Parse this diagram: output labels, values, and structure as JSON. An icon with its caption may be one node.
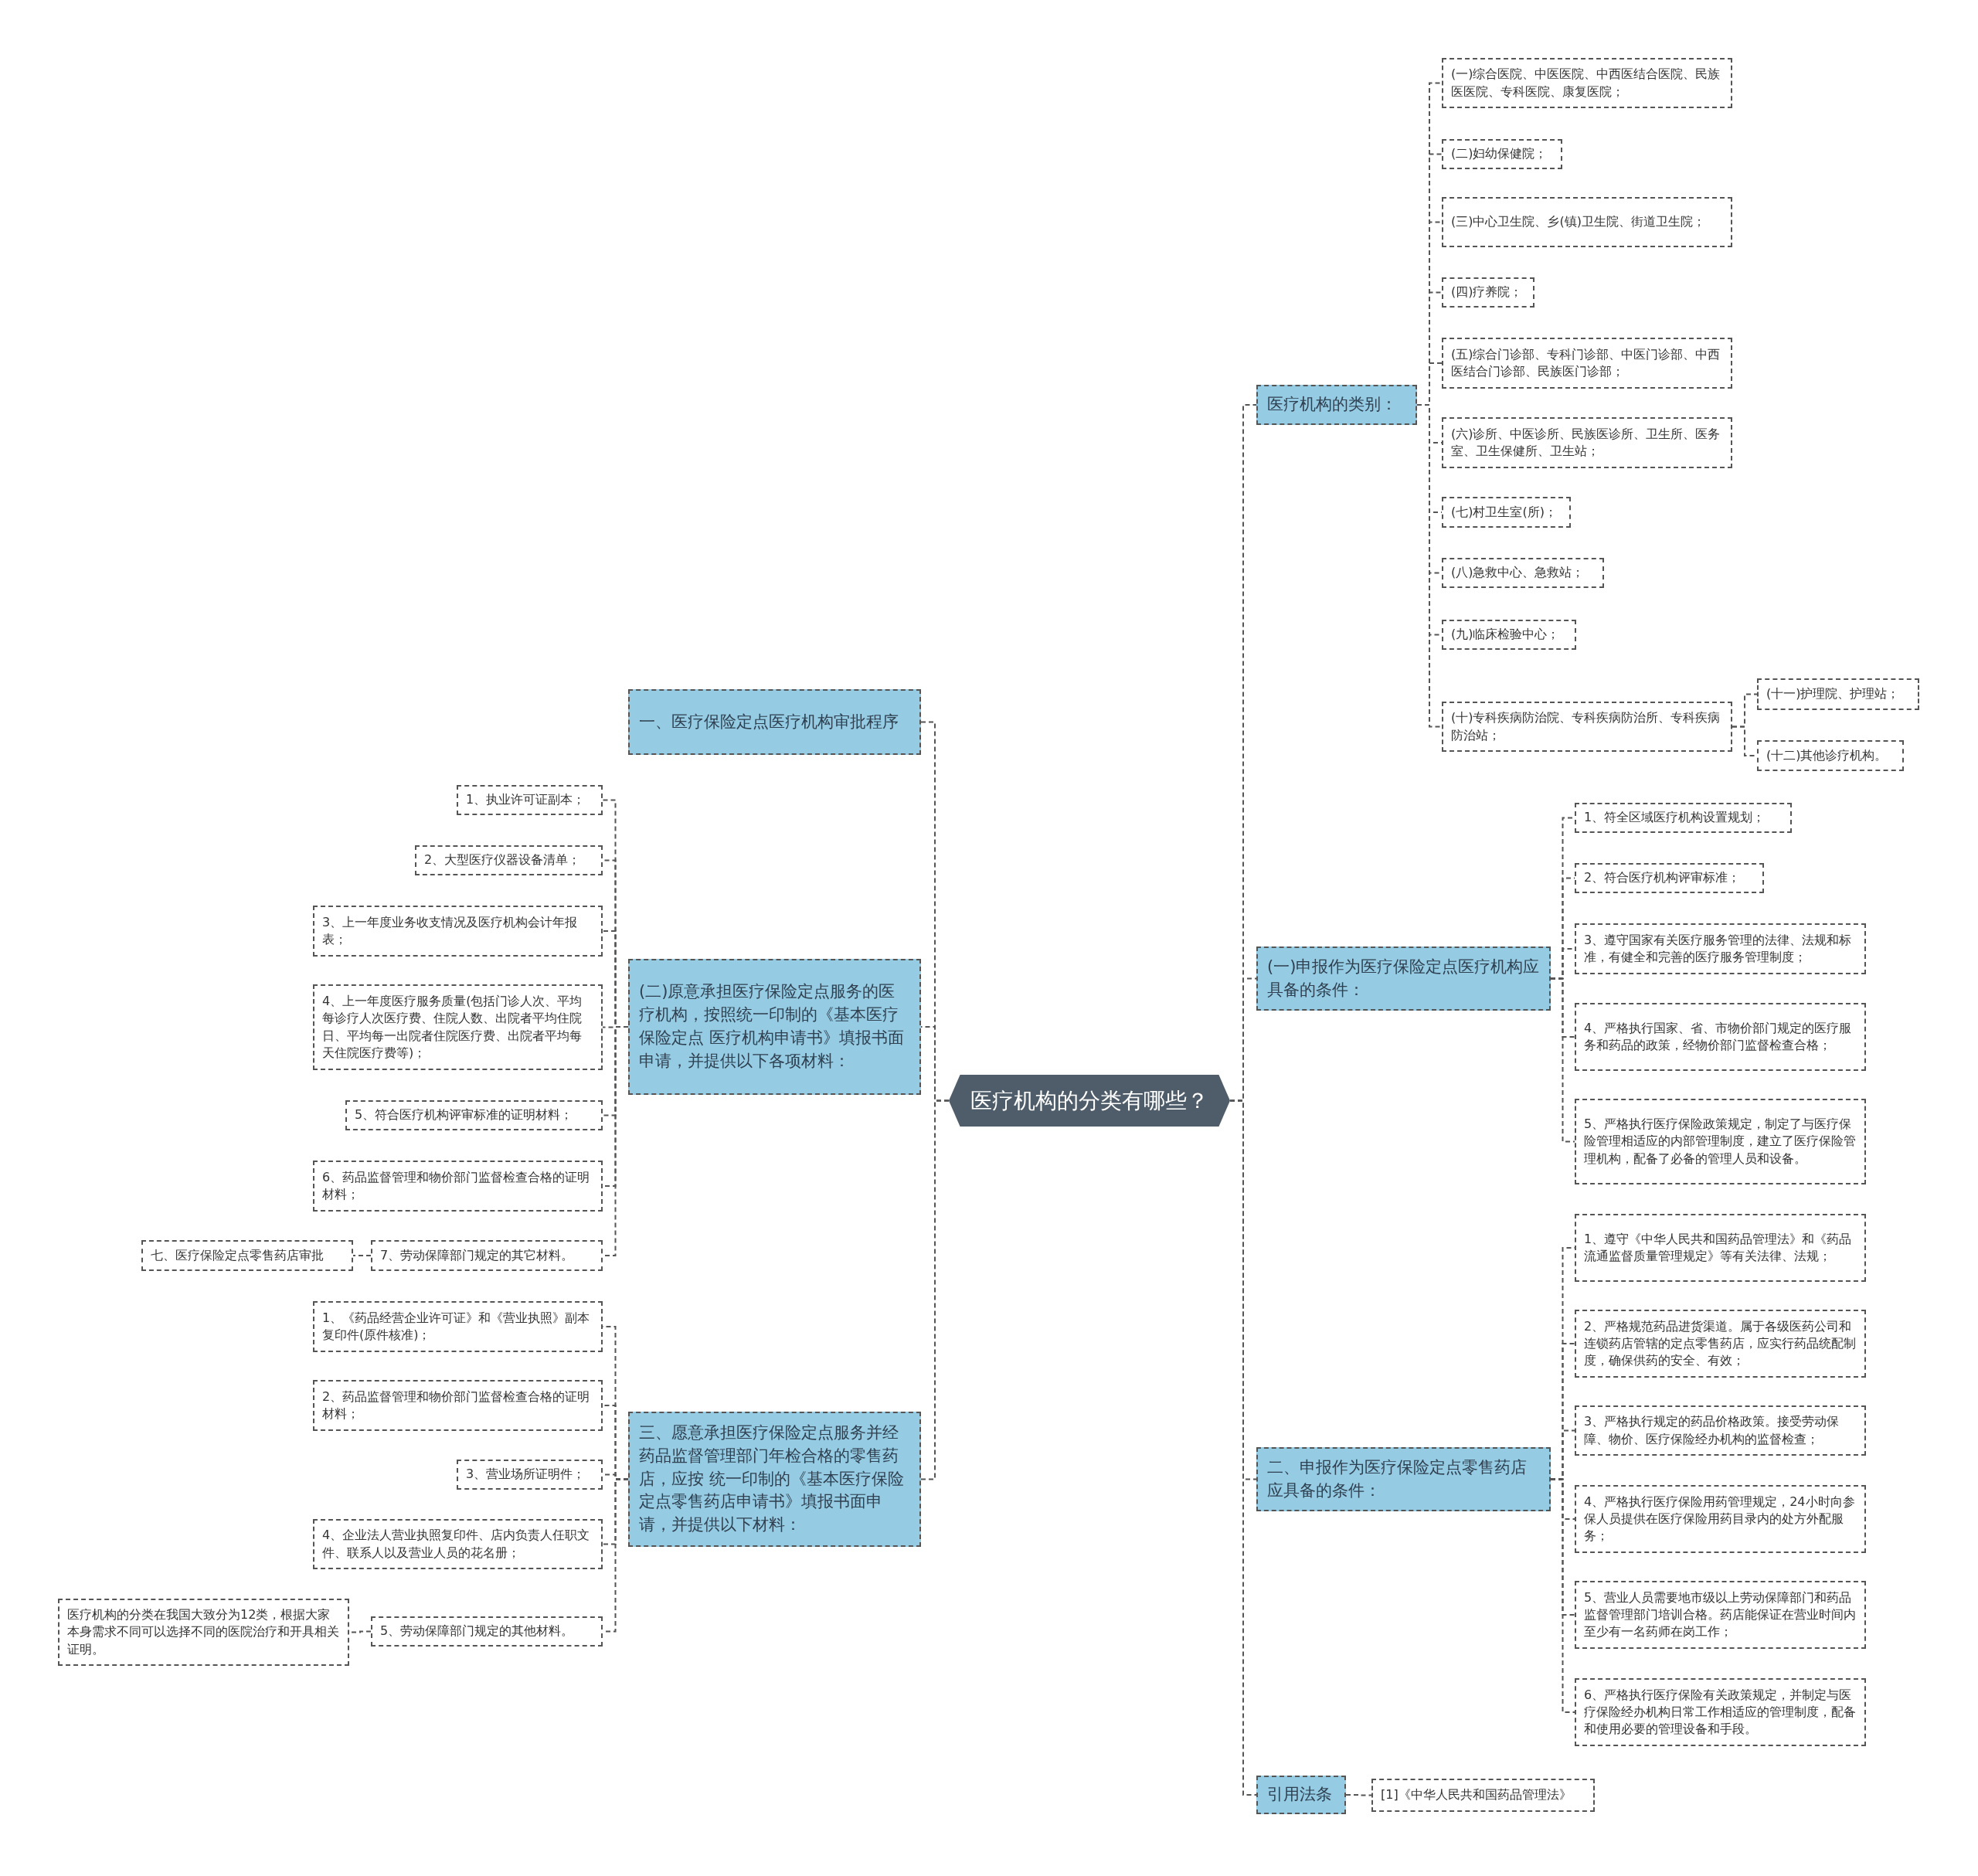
{
  "diagram": {
    "nodes": [
      {
        "text": [
          "医疗机构的分类有哪些？"
        ]
      },
      {
        "text": [
          "医疗机构的类别："
        ]
      },
      {
        "text": [
          "(一)综合医院、中医医院、中西医结合医院、民族医医院、专科医院、康复医院；"
        ]
      },
      {
        "text": [
          "(二)妇幼保健院；"
        ]
      },
      {
        "text": [
          "(三)中心卫生院、乡(镇)卫生院、街道卫生院；"
        ]
      },
      {
        "text": [
          "(四)疗养院；"
        ]
      },
      {
        "text": [
          "(五)综合门诊部、专科门诊部、中医门诊部、中西医结合门诊部、民族医门诊部；"
        ]
      },
      {
        "text": [
          "(六)诊所、中医诊所、民族医诊所、卫生所、医务室、卫生保健所、卫生站；"
        ]
      },
      {
        "text": [
          "(七)村卫生室(所)；"
        ]
      },
      {
        "text": [
          "(八)急救中心、急救站；"
        ]
      },
      {
        "text": [
          "(九)临床检验中心；"
        ]
      },
      {
        "text": [
          "(十)专科疾病防治院、专科疾病防治所、专科疾病防治站；"
        ]
      },
      {
        "text": [
          "(十一)护理院、护理站；"
        ]
      },
      {
        "text": [
          "(十二)其他诊疗机构。"
        ]
      },
      {
        "text": [
          "(一)申报作为医疗保险定点医疗机构应具备的条件："
        ]
      },
      {
        "text": [
          "1、符全区域医疗机构设置规划；"
        ]
      },
      {
        "text": [
          "2、符合医疗机构评审标准；"
        ]
      },
      {
        "text": [
          "3、遵守国家有关医疗服务管理的法律、法规和标准，有健全和完善的医疗服务管理制度；"
        ]
      },
      {
        "text": [
          "4、严格执行国家、省、市物价部门规定的医疗服务和药品的政策，经物价部门监督检查合格；"
        ]
      },
      {
        "text": [
          "5、严格执行医疗保险政策规定，制定了与医疗保险管理相适应的内部管理制度，建立了医疗保险管理机构，配备了必备的管理人员和设备。"
        ]
      },
      {
        "text": [
          "二、申报作为医疗保险定点零售药店应具备的条件："
        ]
      },
      {
        "text": [
          "1、遵守《中华人民共和国药品管理法》和《药品流通监督质量管理规定》等有关法律、法规；"
        ]
      },
      {
        "text": [
          "2、严格规范药品进货渠道。属于各级医药公司和连锁药店管辖的定点零售药店，应实行药品统配制度，确保供药的安全、有效；"
        ]
      },
      {
        "text": [
          "3、严格执行规定的药品价格政策。接受劳动保障、物价、医疗保险经办机构的监督检查；"
        ]
      },
      {
        "text": [
          "4、严格执行医疗保险用药管理规定，24小时向参保人员提供在医疗保险用药目录内的处方外配服务；"
        ]
      },
      {
        "text": [
          "5、营业人员需要地市级以上劳动保障部门和药品监督管理部门培训合格。药店能保证在营业时间内至少有一名药师在岗工作；"
        ]
      },
      {
        "text": [
          "6、严格执行医疗保险有关政策规定，并制定与医疗保险经办机构日常工作相适应的管理制度，配备和使用必要的管理设备和手段。"
        ]
      },
      {
        "text": [
          "引用法条"
        ]
      },
      {
        "text": [
          "[1]《中华人民共和国药品管理法》"
        ]
      },
      {
        "text": [
          "一、医疗保险定点医疗机构审批程序"
        ]
      },
      {
        "text": [
          "(二)原意承担医疗保险定点服务的医疗机构，按照统一印制的《基本医疗保险定点 医疗机构申请书》填报书面申请，并提供以下各项材料："
        ]
      },
      {
        "text": [
          "1、执业许可证副本；"
        ]
      },
      {
        "text": [
          "2、大型医疗仪器设备清单；"
        ]
      },
      {
        "text": [
          "3、上一年度业务收支情况及医疗机构会计年报表；"
        ]
      },
      {
        "text": [
          "4、上一年度医疗服务质量(包括门诊人次、平均每诊疗人次医疗费、住院人数、出院者平均住院日、平均每一出院者住院医疗费、出院者平均每天住院医疗费等)；"
        ]
      },
      {
        "text": [
          "5、符合医疗机构评审标准的证明材料；"
        ]
      },
      {
        "text": [
          "6、药品监督管理和物价部门监督检查合格的证明材料；"
        ]
      },
      {
        "text": [
          "7、劳动保障部门规定的其它材料。"
        ]
      },
      {
        "text": [
          "七、医疗保险定点零售药店审批"
        ]
      },
      {
        "text": [
          "三、愿意承担医疗保险定点服务并经药品监督管理部门年检合格的零售药店，应按 统一印制的《基本医疗保险定点零售药店申请书》填报书面申请，并提供以下材料："
        ]
      },
      {
        "text": [
          "1、《药品经营企业许可证》和《营业执照》副本复印件(原件核准)；"
        ]
      },
      {
        "text": [
          "2、药品监督管理和物价部门监督检查合格的证明材料；"
        ]
      },
      {
        "text": [
          "3、营业场所证明件；"
        ]
      },
      {
        "text": [
          "4、企业法人营业执照复印件、店内负责人任职文件、联系人以及营业人员的花名册；"
        ]
      },
      {
        "text": [
          "5、劳动保障部门规定的其他材料。"
        ]
      },
      {
        "text": [
          "医疗机构的分类在我国大致分为12类，根据大家本身需求不同可以选择不同的医院治疗和开具相关证明。"
        ]
      }
    ],
    "edges": [
      {
        "from": 0,
        "to": 1,
        "arrow": "none"
      },
      {
        "from": 1,
        "to": 2,
        "arrow": "none"
      },
      {
        "from": 1,
        "to": 3,
        "arrow": "none"
      },
      {
        "from": 1,
        "to": 4,
        "arrow": "none"
      },
      {
        "from": 1,
        "to": 5,
        "arrow": "none"
      },
      {
        "from": 1,
        "to": 6,
        "arrow": "none"
      },
      {
        "from": 1,
        "to": 7,
        "arrow": "none"
      },
      {
        "from": 1,
        "to": 8,
        "arrow": "none"
      },
      {
        "from": 1,
        "to": 9,
        "arrow": "none"
      },
      {
        "from": 1,
        "to": 10,
        "arrow": "none"
      },
      {
        "from": 1,
        "to": 11,
        "arrow": "none"
      },
      {
        "from": 11,
        "to": 12,
        "arrow": "none"
      },
      {
        "from": 11,
        "to": 13,
        "arrow": "none"
      },
      {
        "from": 0,
        "to": 14,
        "arrow": "none"
      },
      {
        "from": 14,
        "to": 15,
        "arrow": "none"
      },
      {
        "from": 14,
        "to": 16,
        "arrow": "none"
      },
      {
        "from": 14,
        "to": 17,
        "arrow": "none"
      },
      {
        "from": 14,
        "to": 18,
        "arrow": "none"
      },
      {
        "from": 14,
        "to": 19,
        "arrow": "none"
      },
      {
        "from": 0,
        "to": 20,
        "arrow": "none"
      },
      {
        "from": 20,
        "to": 21,
        "arrow": "none"
      },
      {
        "from": 20,
        "to": 22,
        "arrow": "none"
      },
      {
        "from": 20,
        "to": 23,
        "arrow": "none"
      },
      {
        "from": 20,
        "to": 24,
        "arrow": "none"
      },
      {
        "from": 20,
        "to": 25,
        "arrow": "none"
      },
      {
        "from": 20,
        "to": 26,
        "arrow": "none"
      },
      {
        "from": 0,
        "to": 27,
        "arrow": "none"
      },
      {
        "from": 27,
        "to": 28,
        "arrow": "none"
      },
      {
        "from": 0,
        "to": 29,
        "arrow": "none"
      },
      {
        "from": 0,
        "to": 30,
        "arrow": "none"
      },
      {
        "from": 30,
        "to": 31,
        "arrow": "none"
      },
      {
        "from": 30,
        "to": 32,
        "arrow": "none"
      },
      {
        "from": 30,
        "to": 33,
        "arrow": "none"
      },
      {
        "from": 30,
        "to": 34,
        "arrow": "none"
      },
      {
        "from": 30,
        "to": 35,
        "arrow": "none"
      },
      {
        "from": 30,
        "to": 36,
        "arrow": "none"
      },
      {
        "from": 30,
        "to": 37,
        "arrow": "none"
      },
      {
        "from": 37,
        "to": 38,
        "arrow": "none"
      },
      {
        "from": 0,
        "to": 39,
        "arrow": "none"
      },
      {
        "from": 39,
        "to": 40,
        "arrow": "none"
      },
      {
        "from": 39,
        "to": 41,
        "arrow": "none"
      },
      {
        "from": 39,
        "to": 42,
        "arrow": "none"
      },
      {
        "from": 39,
        "to": 43,
        "arrow": "none"
      },
      {
        "from": 39,
        "to": 44,
        "arrow": "none"
      },
      {
        "from": 44,
        "to": 45,
        "arrow": "none"
      }
    ]
  }
}
